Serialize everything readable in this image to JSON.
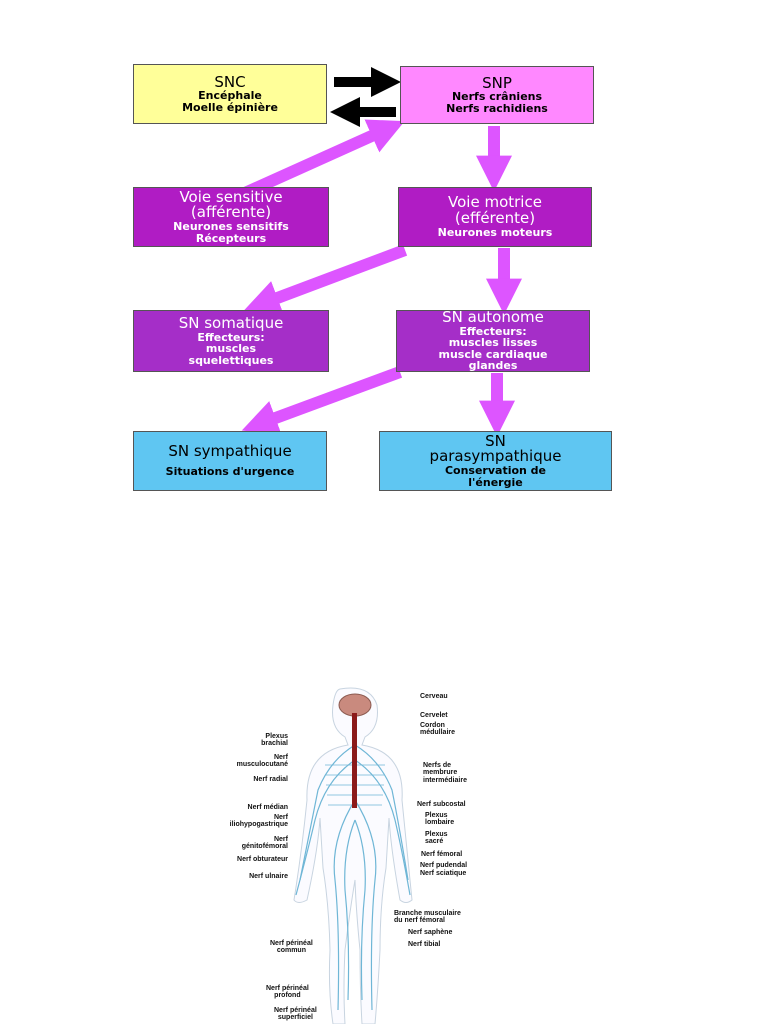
{
  "flowchart": {
    "snc": {
      "title": "SNC",
      "lines": [
        "Encéphale",
        "Moelle épinière"
      ]
    },
    "snp": {
      "title": "SNP",
      "lines": [
        "Nerfs crâniens",
        "Nerfs rachidiens"
      ]
    },
    "sensitive": {
      "title": "Voie sensitive",
      "title2": "(afférente)",
      "lines": [
        "Neurones sensitifs",
        "Récepteurs"
      ]
    },
    "motrice": {
      "title": "Voie motrice",
      "title2": "(efférente)",
      "lines": [
        "Neurones moteurs"
      ]
    },
    "somatique": {
      "title": "SN somatique",
      "lines": [
        "Effecteurs:",
        "muscles",
        "squelettiques"
      ]
    },
    "autonome": {
      "title": "SN autonome",
      "lines": [
        "Effecteurs:",
        "muscles lisses",
        "muscle cardiaque",
        "glandes"
      ]
    },
    "sympathique": {
      "title": "SN sympathique",
      "lines": [
        "Situations d'urgence"
      ]
    },
    "parasympathique": {
      "title": "SN",
      "title2": "parasympathique",
      "lines": [
        "Conservation de",
        "l'énergie"
      ]
    }
  },
  "colors": {
    "black_arrow": "#000000",
    "purple_arrow": "#dd55ff",
    "nerve_blue": "#6fb6d6",
    "spinal_cord": "#8b1a1a",
    "brain": "#c98a7e"
  },
  "anatomy": {
    "labels_left": [
      "Plexus\nbrachial",
      "Nerf\nmusculocutané",
      "Nerf radial",
      "Nerf médian",
      "Nerf\niliohypogastrique",
      "Nerf\ngénitofémoral",
      "Nerf obturateur",
      "Nerf ulnaire",
      "Nerf périnéal\ncommun",
      "Nerf périnéal\nprofond",
      "Nerf périnéal\nsuperficiel"
    ],
    "labels_right": [
      "Cerveau",
      "Cervelet",
      "Cordon\nmédullaire",
      "Nerfs de\nmembrure\nintermédiaire",
      "Nerf subcostal",
      "Plexus\nlombaire",
      "Plexus\nsacré",
      "Nerf fémoral",
      "Nerf pudendal",
      "Nerf sciatique",
      "Branche musculaire\ndu nerf fémoral",
      "Nerf saphène",
      "Nerf tibial"
    ]
  }
}
